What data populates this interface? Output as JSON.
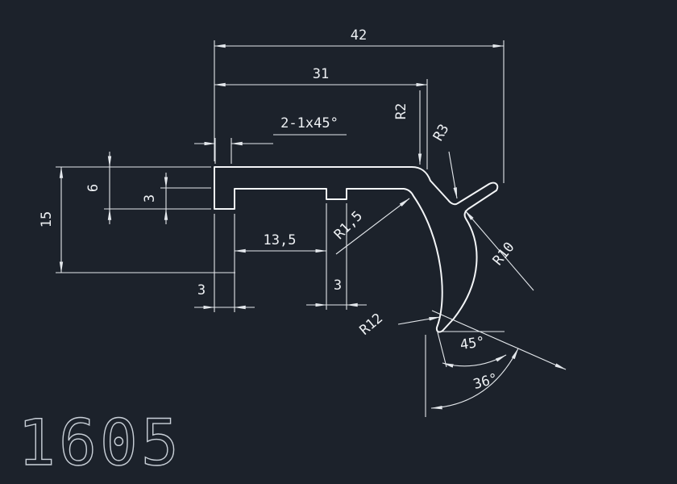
{
  "colors": {
    "background": "#1c222b",
    "line": "#e4e8ec",
    "profile": "#f3f5f7"
  },
  "title": {
    "part_number": "1605"
  },
  "dimensions": {
    "total_width": "42",
    "upper_width": "31",
    "corner_radius_top": "R2",
    "chamfer_note": "2-1x45°",
    "fillet_r3": "R3",
    "total_height": "15",
    "left_height": "6",
    "step_height": "3",
    "groove_position": "13,5",
    "fillet_r15": "R1,5",
    "leg_width": "3",
    "notch_width": "3",
    "hook_inner_radius": "R12",
    "hook_outer_radius": "R10",
    "tip_angle": "45°",
    "hook_angle": "36°"
  }
}
